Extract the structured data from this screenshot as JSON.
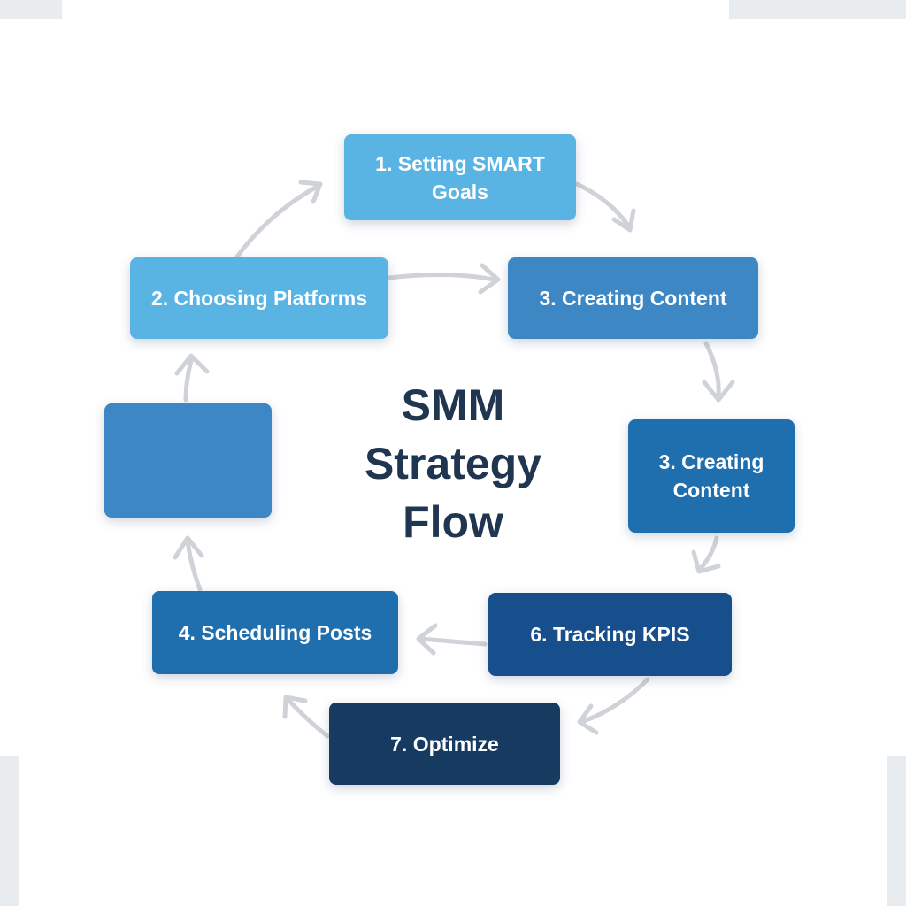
{
  "diagram": {
    "title": "SMM Strategy Flow",
    "steps": [
      {
        "id": "smart-goals",
        "label": "1. Setting SMART Goals",
        "color": "#5ab4e3"
      },
      {
        "id": "choosing-platforms",
        "label": "2. Choosing Platforms",
        "color": "#5ab4e3"
      },
      {
        "id": "creating-content-a",
        "label": "3. Creating Content",
        "color": "#3d87c5"
      },
      {
        "id": "creating-content-b",
        "label": "3. Creating Content",
        "color": "#1f6ead"
      },
      {
        "id": "unlabeled-step",
        "label": "",
        "color": "#3d87c5"
      },
      {
        "id": "scheduling-posts",
        "label": "4. Scheduling Posts",
        "color": "#1f6ead"
      },
      {
        "id": "tracking-kpis",
        "label": "6. Tracking KPIS",
        "color": "#164f8c"
      },
      {
        "id": "optimize",
        "label": "7. Optimize",
        "color": "#163a60"
      }
    ],
    "arrow_color": "#cfd3d8"
  }
}
